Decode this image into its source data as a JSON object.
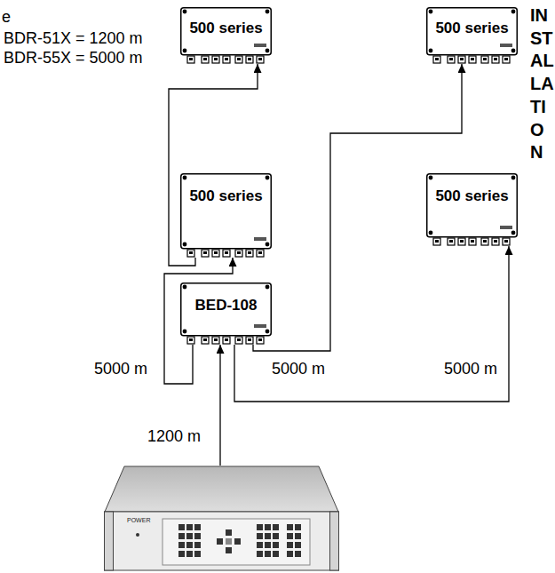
{
  "diagram": {
    "title": "IN ST AL LA TI O N",
    "nodes": [
      {
        "text": [
          "500 series"
        ]
      },
      {
        "text": [
          "500 series"
        ]
      },
      {
        "text": [
          "500 series"
        ]
      },
      {
        "text": [
          "500 series"
        ]
      },
      {
        "text": [
          "BED-108"
        ]
      },
      {
        "text": [
          "POWER"
        ]
      }
    ],
    "edges": [
      {
        "from": 5,
        "to": 4,
        "arrow": "to",
        "label": "1200 m"
      },
      {
        "from": 4,
        "to": 2,
        "arrow": "to",
        "label": "5000 m"
      },
      {
        "from": 2,
        "to": 0,
        "arrow": "to",
        "label": "BDR-51X = 1200 m BDR-55X = 5000 m"
      },
      {
        "from": 4,
        "to": 1,
        "arrow": "to",
        "label": "5000 m"
      },
      {
        "from": 4,
        "to": 3,
        "arrow": "to",
        "label": "5000 m"
      }
    ],
    "labels": [
      "e"
    ]
  }
}
